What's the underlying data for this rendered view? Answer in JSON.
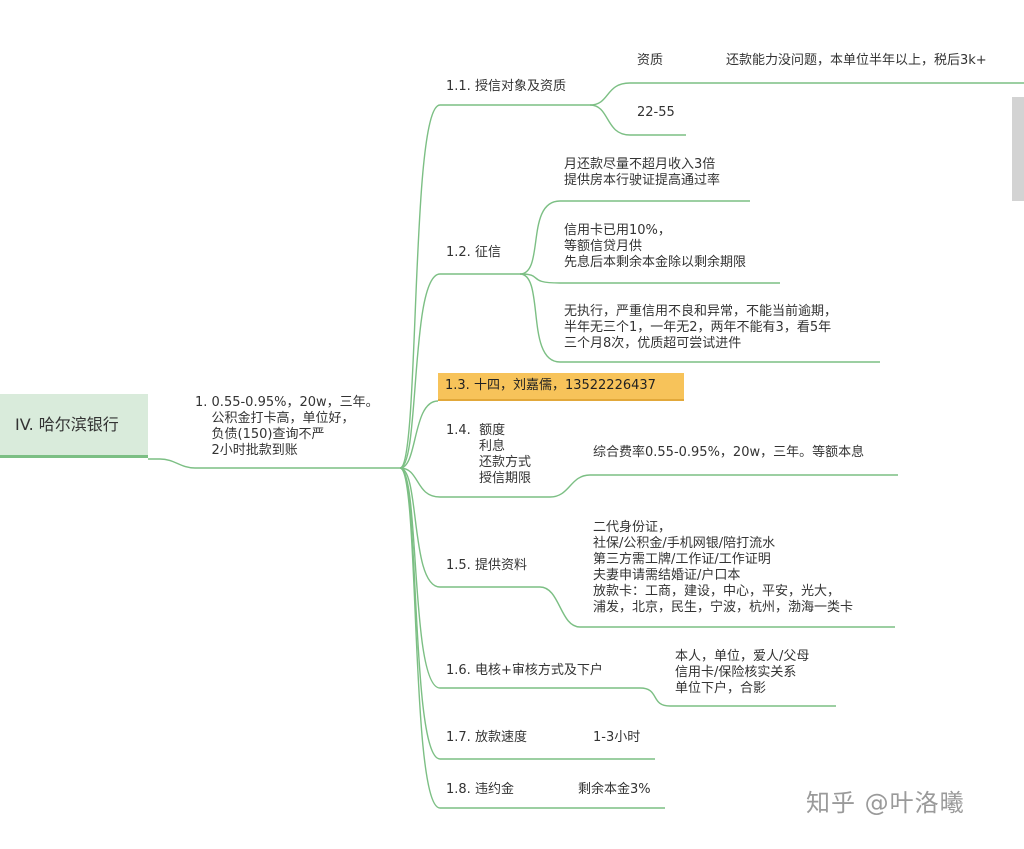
{
  "root": {
    "label": "IV. 哈尔滨银行"
  },
  "main_branch": {
    "label": "1. 0.55-0.95%，20w，三年。\n    公积金打卡高，单位好，\n    负债(150)查询不严\n    2小时批款到账"
  },
  "sections": [
    {
      "label": "1.1. 授信对象及资质",
      "children": [
        {
          "label": "资质",
          "note": "还款能力没问题，本单位半年以上，税后3k+"
        },
        {
          "label": "22-55"
        }
      ]
    },
    {
      "label": "1.2. 征信",
      "children": [
        {
          "label": "月还款尽量不超月收入3倍\n提供房本行驶证提高通过率"
        },
        {
          "label": "信用卡已用10%，\n等额信贷月供\n先息后本剩余本金除以剩余期限"
        },
        {
          "label": "无执行，严重信用不良和异常，不能当前逾期，\n半年无三个1，一年无2，两年不能有3，看5年\n三个月8次，优质超可尝试进件"
        }
      ]
    },
    {
      "label": "1.3. 十四，刘嘉儒，13522226437",
      "highlight_color": "#f7c35a"
    },
    {
      "label": "1.4.  额度\n        利息\n        还款方式\n        授信期限",
      "children": [
        {
          "label": "综合费率0.55-0.95%，20w，三年。等额本息"
        }
      ]
    },
    {
      "label": "1.5. 提供资料",
      "children": [
        {
          "label": "二代身份证，\n社保/公积金/手机网银/陪打流水\n第三方需工牌/工作证/工作证明\n夫妻申请需结婚证/户口本\n放款卡：工商，建设，中心，平安，光大，\n浦发，北京，民生，宁波，杭州，渤海一类卡"
        }
      ]
    },
    {
      "label": "1.6. 电核+审核方式及下户",
      "children": [
        {
          "label": "本人，单位，爱人/父母\n信用卡/保险核实关系\n单位下户，合影"
        }
      ]
    },
    {
      "label": "1.7. 放款速度",
      "children": [
        {
          "label": "1-3小时"
        }
      ]
    },
    {
      "label": "1.8. 违约金",
      "children": [
        {
          "label": "剩余本金3%"
        }
      ]
    }
  ],
  "watermark": "知乎 @叶洛曦",
  "colors": {
    "edge": "#7cbf84",
    "root_bg": "#d9ebdb",
    "highlight": "#f7c35a"
  }
}
